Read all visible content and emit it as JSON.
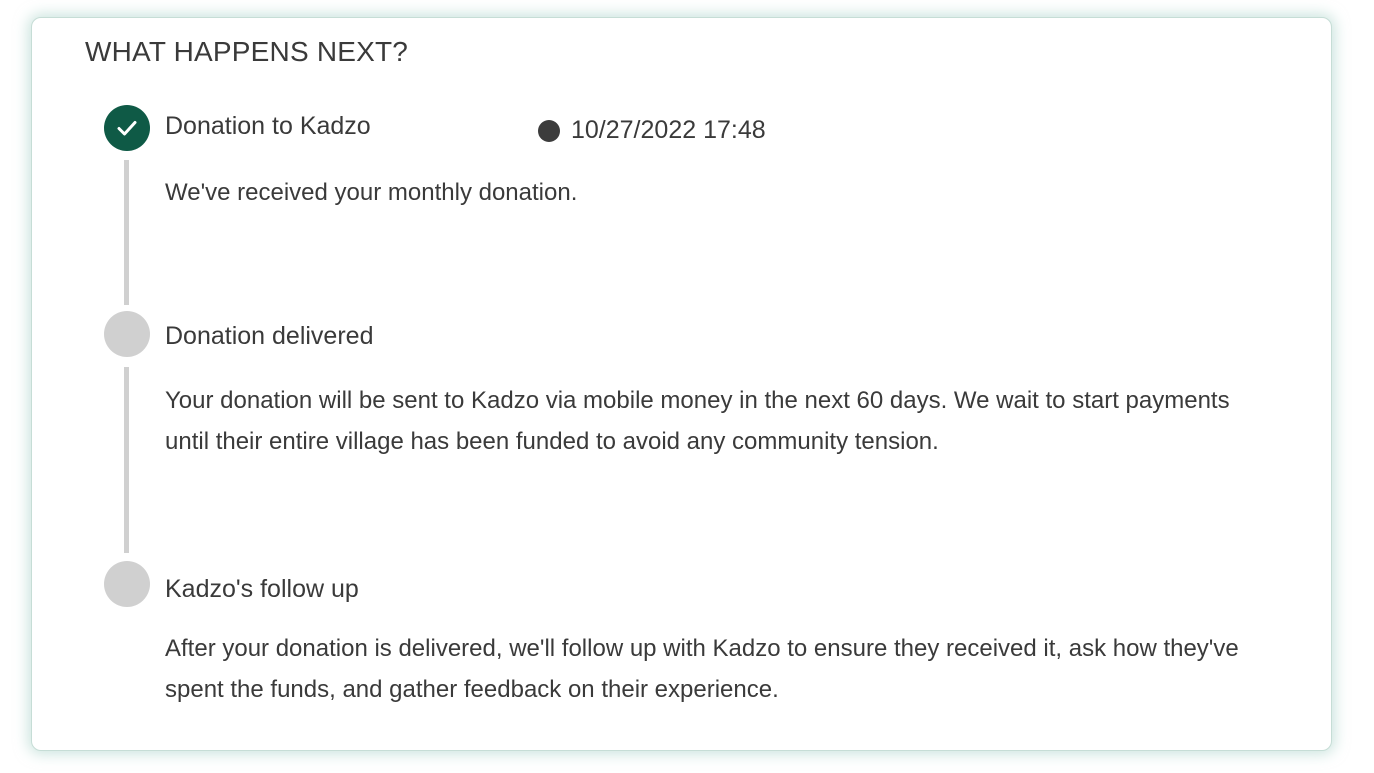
{
  "heading": "WHAT HAPPENS NEXT?",
  "colors": {
    "done_step": "#0f5a46",
    "pending_step": "#d0d0d0",
    "card_glow": "#a0cdc3",
    "text": "#3a3a3a"
  },
  "steps": [
    {
      "title": "Donation to Kadzo",
      "status": "completed",
      "icon": "check-icon",
      "timestamp": "10/27/2022 17:48",
      "description": "We've received your monthly donation."
    },
    {
      "title": "Donation delivered",
      "status": "pending",
      "description": "Your donation will be sent to Kadzo via mobile money in the next 60 days. We wait to start payments until their entire village has been funded to avoid any community tension."
    },
    {
      "title": "Kadzo's follow up",
      "status": "pending",
      "description": "After your donation is delivered, we'll follow up with Kadzo to ensure they received it, ask how they've spent the funds, and gather feedback on their experience."
    }
  ]
}
